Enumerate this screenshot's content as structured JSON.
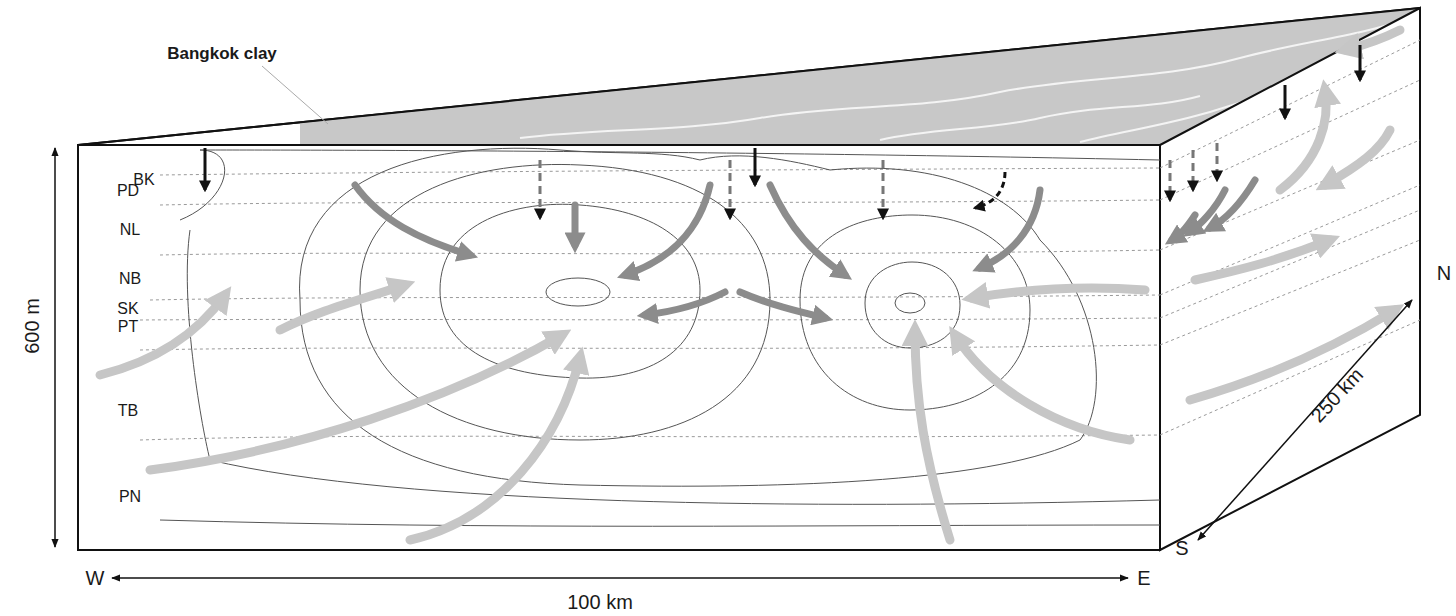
{
  "diagram": {
    "labels": [
      "Bangkok clay",
      "BK",
      "PD",
      "NL",
      "NB",
      "SK",
      "PT",
      "TB",
      "PN",
      "600 m",
      "W",
      "100 km",
      "E",
      "S",
      "250 km",
      "N"
    ]
  }
}
